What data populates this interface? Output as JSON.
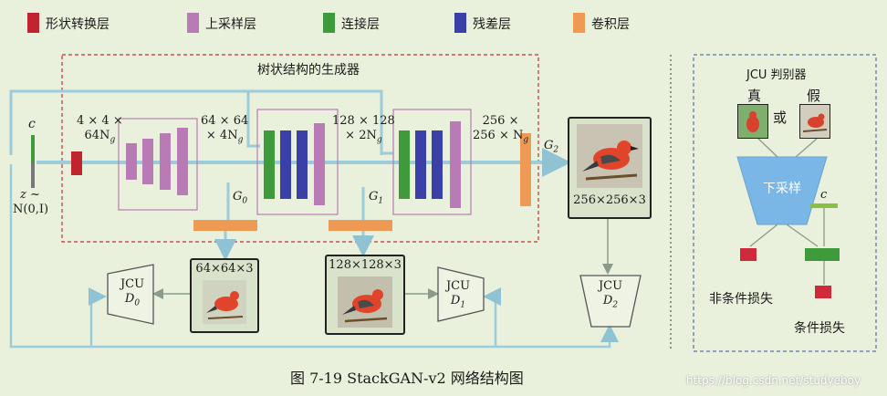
{
  "colors": {
    "background": "#e9f1dc",
    "reshape": "#c0252f",
    "upsample": "#b87bb5",
    "concat": "#3e9a3b",
    "residual": "#3b3fa8",
    "conv": "#ee9a55",
    "flow": "#9ccbd9",
    "dashed_red": "#c0303a",
    "dashed_blue": "#5a6fa8"
  },
  "legend": [
    {
      "label": "形状转换层",
      "color": "#c0252f"
    },
    {
      "label": "上采样层",
      "color": "#b87bb5"
    },
    {
      "label": "连接层",
      "color": "#3e9a3b"
    },
    {
      "label": "残差层",
      "color": "#3b3fa8"
    },
    {
      "label": "卷积层",
      "color": "#ee9a55"
    }
  ],
  "generator": {
    "title": "树状结构的生成器",
    "input_c": "c",
    "input_z": "z ~",
    "input_dist": "N(0,I)",
    "stage1_dims": [
      "4 × 4 ×",
      "64N",
      "g"
    ],
    "stage2_dims": [
      "64 × 64",
      "× 4N",
      "g"
    ],
    "stage3_dims": [
      "128 × 128",
      "× 2N",
      "g"
    ],
    "stage4_dims": [
      "256 ×",
      "256 × N",
      "g"
    ],
    "g0": "G",
    "g0_sub": "0",
    "g1": "G",
    "g1_sub": "1",
    "g2": "G",
    "g2_sub": "2"
  },
  "images": {
    "out0_label": "64×64×3",
    "out1_label": "128×128×3",
    "out2_label": "256×256×3"
  },
  "discriminators": {
    "d0_top": "JCU",
    "d0_bottom": "D",
    "d0_sub": "0",
    "d1_top": "JCU",
    "d1_bottom": "D",
    "d1_sub": "1",
    "d2_top": "JCU",
    "d2_bottom": "D",
    "d2_sub": "2"
  },
  "jcu_panel": {
    "title": "JCU 判别器",
    "real": "真",
    "or": "或",
    "fake": "假",
    "downsample": "下采样",
    "c_label": "c",
    "uncond_loss": "非条件损失",
    "cond_loss": "条件损失"
  },
  "caption": "图 7-19    StackGAN-v2 网络结构图",
  "watermark": "https://blog.csdn.net/studyeboy"
}
